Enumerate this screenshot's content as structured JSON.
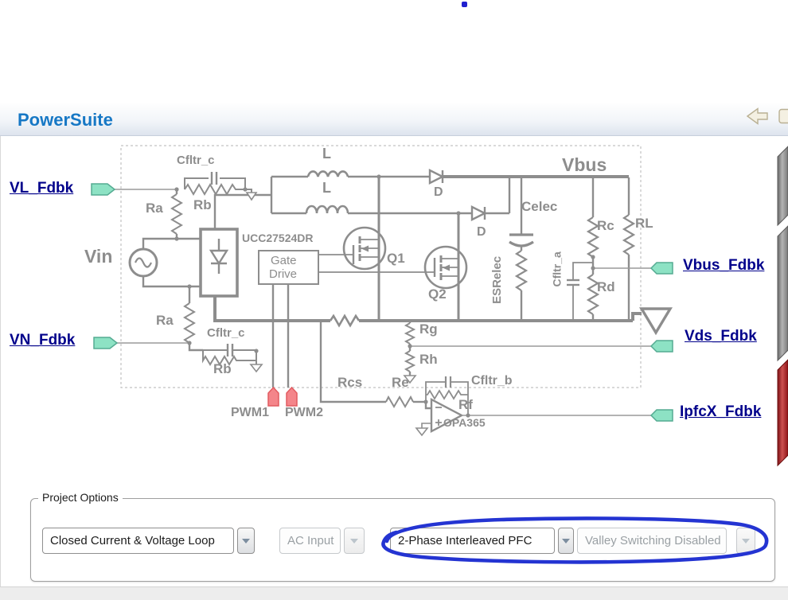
{
  "header": {
    "title": "PowerSuite"
  },
  "icons": {
    "back": "back-arrow-icon",
    "forward": "forward-arrow-icon",
    "dropdown": "chevron-down-icon"
  },
  "schematic": {
    "links": {
      "vl_fdbk": "VL_Fdbk",
      "vn_fdbk": "VN_Fdbk",
      "vbus_fdbk": "Vbus_Fdbk",
      "vds_fdbk": "Vds_Fdbk",
      "ipfcx_fdbk": "IpfcX_Fdbk"
    },
    "labels": {
      "cfltr_c_top": "Cfltr_c",
      "rb_top": "Rb",
      "ra_top": "Ra",
      "vin": "Vin",
      "l1": "L",
      "l2": "L",
      "d1": "D",
      "d2": "D",
      "ucc": "UCC27524DR",
      "gate_drive_1": "Gate",
      "gate_drive_2": "Drive",
      "q1": "Q1",
      "q2": "Q2",
      "vbus": "Vbus",
      "celec": "Celec",
      "esrelec": "ESRelec",
      "cfltr_a": "Cfltr_a",
      "rc": "Rc",
      "rl": "RL",
      "rd": "Rd",
      "ra_bot": "Ra",
      "cfltr_c_bot": "Cfltr_c",
      "rb_bot": "Rb",
      "rg": "Rg",
      "rh": "Rh",
      "rcs": "Rcs",
      "re": "Re",
      "cfltr_b": "Cfltr_b",
      "rf": "Rf",
      "opa365": "OPA365",
      "pwm1": "PWM1",
      "pwm2": "PWM2"
    }
  },
  "project_options": {
    "legend": "Project Options",
    "dropdowns": [
      {
        "value": "Closed Current & Voltage Loop",
        "enabled": true
      },
      {
        "value": "AC Input",
        "enabled": false
      },
      {
        "value": "2-Phase Interleaved PFC",
        "enabled": true
      },
      {
        "value": "Valley Switching Disabled",
        "enabled": false
      }
    ]
  },
  "colors": {
    "accent_blue": "#1778c5",
    "link_navy": "#00008b",
    "annotation_blue": "#2434d2",
    "connector_teal": "#8de2c4",
    "pwm_pink": "#f4858a",
    "side_bar_gray": "#8a8a8a",
    "side_bar_red": "#a21c1c",
    "schematic_gray": "#8d8d8d"
  }
}
